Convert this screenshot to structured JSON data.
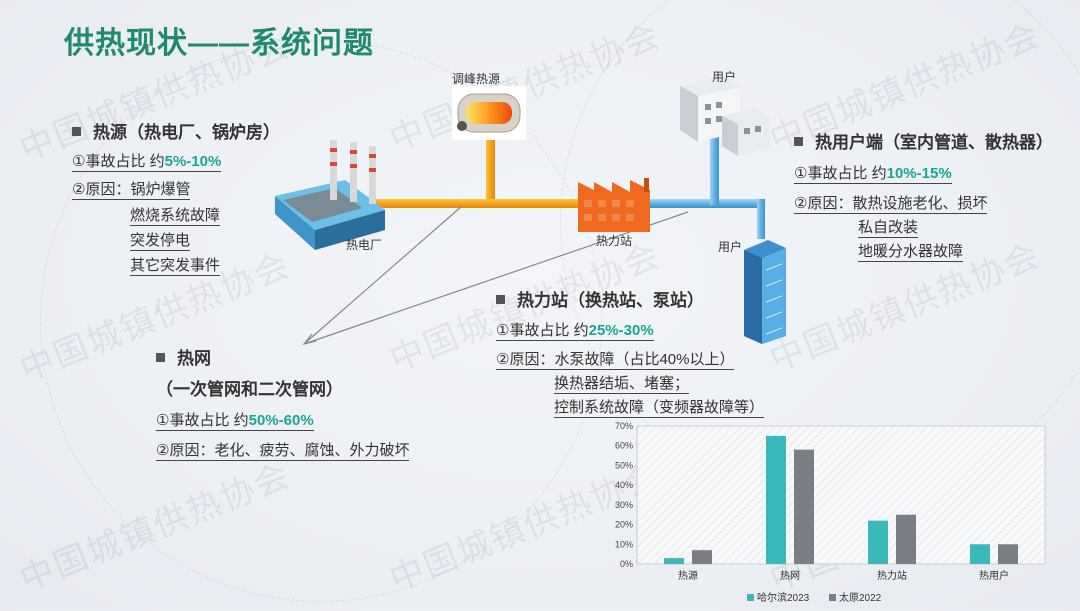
{
  "title": "供热现状——系统问题",
  "watermark": "中国城镇供热协会",
  "diagram": {
    "peak_source_label": "调峰热源",
    "power_plant_label": "热电厂",
    "substation_label": "热力站",
    "user_label_top": "用户",
    "user_label_right": "用户"
  },
  "heat_source": {
    "heading": "热源（热电厂、锅炉房）",
    "ratio_prefix": "①事故占比 约",
    "ratio_value": "5%-10%",
    "cause_prefix": "②原因：",
    "causes": [
      "锅炉爆管",
      "燃烧系统故障",
      "突发停电",
      "其它突发事件"
    ]
  },
  "user_end": {
    "heading": "热用户端（室内管道、散热器）",
    "ratio_prefix": "①事故占比 约",
    "ratio_value": "10%-15%",
    "cause_prefix": "②原因：",
    "causes": [
      "散热设施老化、损坏",
      "私自改装",
      "地暖分水器故障"
    ]
  },
  "substation": {
    "heading": "热力站（换热站、泵站）",
    "ratio_prefix": "①事故占比 约",
    "ratio_value": "25%-30%",
    "cause_prefix": "②原因：",
    "causes": [
      "水泵故障（占比40%以上）",
      "换热器结垢、堵塞；",
      "控制系统故障（变频器故障等）"
    ]
  },
  "network": {
    "heading": "热网",
    "subheading": "（一次管网和二次管网）",
    "ratio_prefix": "①事故占比 约",
    "ratio_value": "50%-60%",
    "cause_line": "②原因：老化、疲劳、腐蚀、外力破坏"
  },
  "colors": {
    "title": "#1f8a6e",
    "highlight": "#1aa596",
    "hot_pipe": "#f5a21b",
    "cold_pipe": "#5fb2e6",
    "series_harbin": "#3bb8bb",
    "series_taiyuan": "#7a7d84"
  },
  "chart_data": {
    "type": "bar",
    "categories": [
      "热源",
      "热网",
      "热力站",
      "热用户"
    ],
    "series": [
      {
        "name": "哈尔滨2023",
        "values": [
          3,
          65,
          22,
          10
        ],
        "color": "#3bb8bb"
      },
      {
        "name": "太原2022",
        "values": [
          7,
          58,
          25,
          10
        ],
        "color": "#7a7d84"
      }
    ],
    "ylim": [
      0,
      70
    ],
    "yticks": [
      "0%",
      "10%",
      "20%",
      "30%",
      "40%",
      "50%",
      "60%",
      "70%"
    ],
    "grid": false,
    "legend_position": "bottom"
  }
}
